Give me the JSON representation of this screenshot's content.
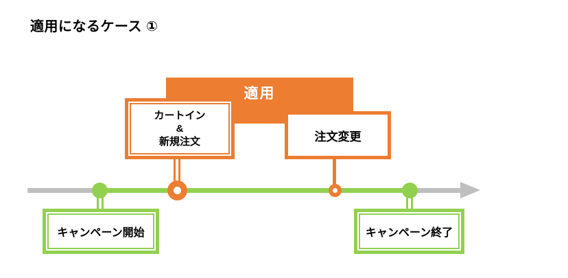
{
  "title": "適用になるケース ①",
  "banner": {
    "label": "適用"
  },
  "boxes": {
    "cart_in": {
      "line1": "カートイン",
      "line2": "&",
      "line3": "新規注文"
    },
    "order_change": {
      "label": "注文変更"
    },
    "campaign_start": {
      "label": "キャンペーン開始"
    },
    "campaign_end": {
      "label": "キャンペーン終了"
    }
  },
  "markers": {
    "campaign_start": "green-dot",
    "cart_in": "orange-ring-large",
    "order_change": "orange-ring-small",
    "campaign_end": "green-dot"
  },
  "colors": {
    "orange": "#ED7D31",
    "green": "#92D050",
    "gray": "#BFBFBF",
    "text": "#000000",
    "bannertext": "#FFFFFF",
    "background": "#FFFFFF"
  }
}
